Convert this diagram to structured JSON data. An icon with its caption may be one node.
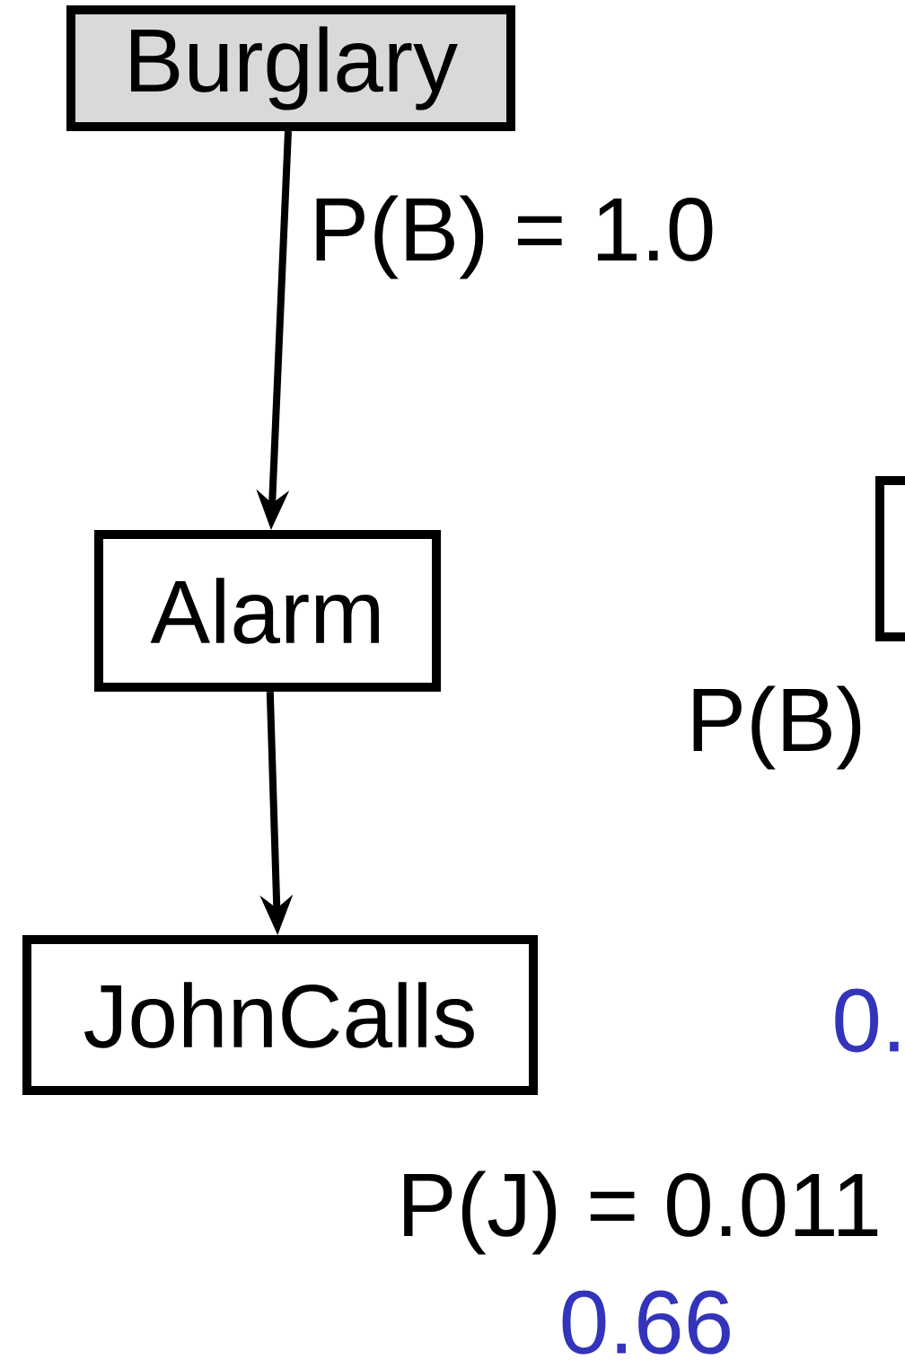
{
  "diagram": {
    "nodes": [
      {
        "text": [
          "Burglary"
        ],
        "beside": [
          "P(B) = 1.0"
        ]
      },
      {
        "text": [
          "Alarm"
        ]
      },
      {
        "text": [
          "JohnCalls"
        ]
      },
      {
        "text": [],
        "shape": "box"
      }
    ],
    "edges": [
      {
        "from": 0,
        "to": 1,
        "arrow": "to"
      },
      {
        "from": 1,
        "to": 2,
        "arrow": "to"
      }
    ],
    "labels": [
      "P(B)",
      "0.",
      "P(J) = 0.011",
      "0.66"
    ]
  }
}
